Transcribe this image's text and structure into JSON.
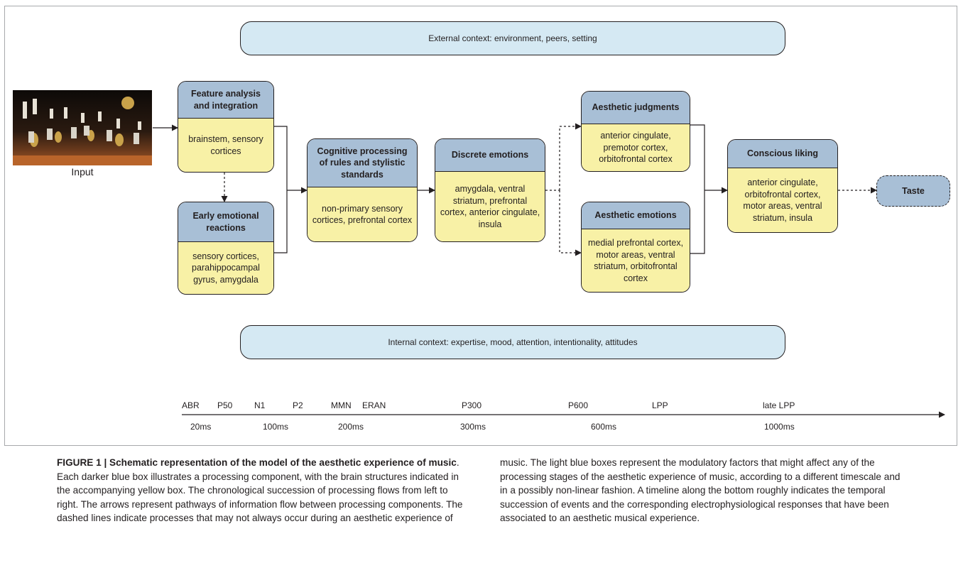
{
  "contexts": {
    "external": "External context: environment, peers, setting",
    "internal": "Internal context: expertise, mood, attention, intentionality, attitudes"
  },
  "input_label": "Input",
  "nodes": {
    "feature": {
      "title": "Feature analysis and integration",
      "body": "brainstem, sensory cortices"
    },
    "early": {
      "title": "Early emotional reactions",
      "body": "sensory cortices, parahippocampal gyrus, amygdala"
    },
    "cognitive": {
      "title": "Cognitive processing of rules and stylistic standards",
      "body": "non-primary sensory cortices, prefrontal cortex"
    },
    "discrete": {
      "title": "Discrete emotions",
      "body": "amygdala, ventral striatum, prefrontal cortex, anterior cingulate, insula"
    },
    "judgments": {
      "title": "Aesthetic judgments",
      "body": "anterior cingulate, premotor cortex, orbitofrontal cortex"
    },
    "aes_emotions": {
      "title": "Aesthetic emotions",
      "body": "medial prefrontal cortex, motor areas, ventral striatum, orbitofrontal cortex"
    },
    "liking": {
      "title": "Conscious liking",
      "body": "anterior cingulate, orbitofrontal cortex, motor areas, ventral striatum, insula"
    },
    "taste": {
      "title": "Taste"
    }
  },
  "timeline": {
    "components": [
      "ABR",
      "P50",
      "N1",
      "P2",
      "MMN",
      "ERAN",
      "P300",
      "P600",
      "LPP",
      "late LPP"
    ],
    "times": [
      "20ms",
      "100ms",
      "200ms",
      "300ms",
      "600ms",
      "1000ms"
    ]
  },
  "caption": {
    "label": "FIGURE 1 | Schematic representation of the model of the aesthetic experience of music",
    "text": ". Each darker blue box illustrates a processing component, with the brain structures indicated in the accompanying yellow box. The chronological succession of processing flows from left to right. The arrows represent pathways of information flow between processing components. The dashed lines indicate processes that may not always occur during an aesthetic experience of music. The light blue boxes represent the modulatory factors that might affect any of the processing stages of the aesthetic experience of music, according to a different timescale and in a possibly non-linear fashion. A timeline along the bottom roughly indicates the temporal succession of events and the corresponding electrophysiological responses that have been associated to an aesthetic musical experience."
  }
}
